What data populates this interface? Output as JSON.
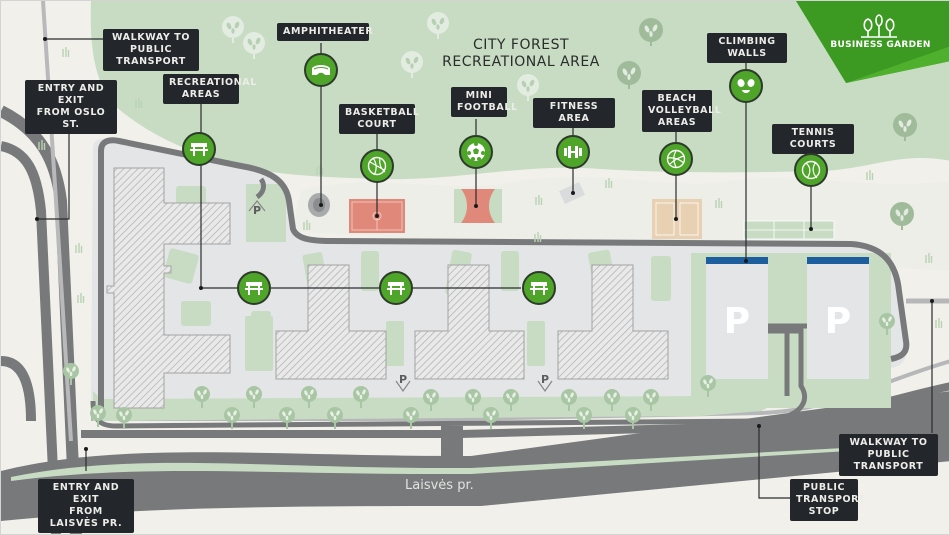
{
  "map": {
    "title_line1": "CITY FOREST",
    "title_line2": "RECREATIONAL AREA",
    "road_name": "Laisvės pr.",
    "brand": {
      "name": "BUSINESS GARDEN",
      "icon": "trees-logo-icon"
    },
    "colors": {
      "background": "#f1f0eb",
      "forest": "#c7dcc3",
      "road": "#78797b",
      "pavement": "#e4e5e7",
      "accent_green": "#4ea52a",
      "label_bg": "#23262a",
      "court_red": "#e0897a",
      "court_sand": "#e8d0b2",
      "parking_blue": "#1d5f9e"
    }
  },
  "labels": {
    "walkway_top": "WALKWAY TO\nPUBLIC TRANSPORT",
    "entry_oslo": "ENTRY AND EXIT\nFROM OSLO ST.",
    "recreational": "RECREATIONAL\nAREAS",
    "amphitheater": "AMPHITHEATER",
    "basketball": "BASKETBALL\nCOURT",
    "mini_football": "MINI\nFOOTBALL",
    "fitness": "FITNESS AREA",
    "beach_volleyball": "BEACH\nVOLLEYBALL\nAREAS",
    "climbing": "CLIMBING\nWALLS",
    "tennis": "TENNIS COURTS",
    "walkway_bottom": "WALKWAY TO\nPUBLIC TRANSPORT",
    "transport_stop": "PUBLIC\nTRANSPORT\nSTOP",
    "entry_laisves": "ENTRY AND EXIT\nFROM LAISVĖS PR."
  },
  "parking": {
    "symbol": "P"
  },
  "icons": [
    "bench-icon",
    "amphitheater-icon",
    "basketball-icon",
    "football-icon",
    "dumbbell-icon",
    "volleyball-icon",
    "climbing-hold-icon",
    "tennis-ball-icon",
    "tree-icon",
    "parking-icon"
  ]
}
